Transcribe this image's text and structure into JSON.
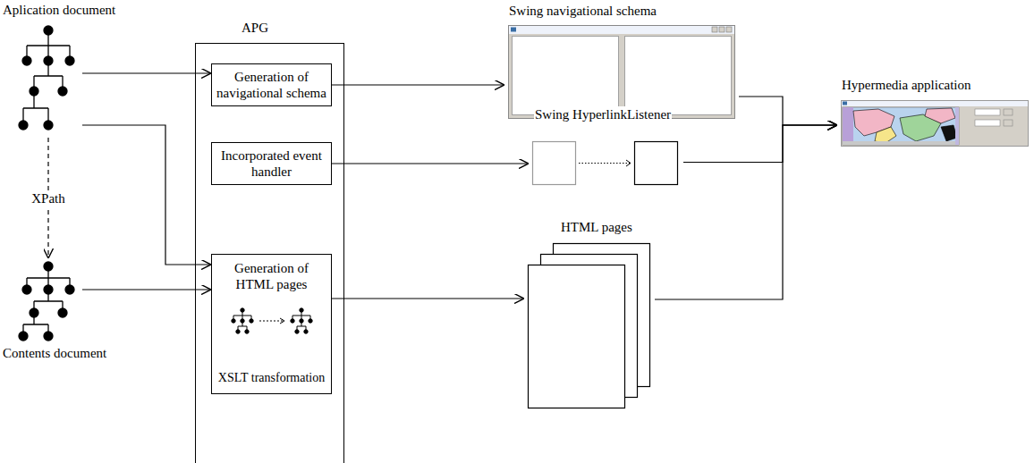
{
  "diagram": {
    "nodes": [
      {
        "text": [
          "Aplication document"
        ]
      },
      {
        "text": [
          "Contents document"
        ]
      },
      {
        "text": [
          "APG"
        ]
      },
      {
        "text": [
          "Generation of navigational schema"
        ],
        "in": 2
      },
      {
        "text": [
          "Incorporated event handler"
        ],
        "in": 2
      },
      {
        "text": [
          "Generation of HTML pages",
          "XSLT transformation"
        ],
        "in": 2
      },
      {
        "text": [
          "Swing navigational schema"
        ]
      },
      {
        "text": [
          "Swing HyperlinkListener"
        ]
      },
      {
        "text": [
          "HTML pages"
        ]
      },
      {
        "text": [
          "Hypermedia application"
        ]
      }
    ],
    "edges": [
      {
        "from": 0,
        "to": 1,
        "label": "XPath",
        "arrow": "to"
      },
      {
        "from": 0,
        "to": 3,
        "arrow": "to"
      },
      {
        "from": 0,
        "to": 5,
        "arrow": "to"
      },
      {
        "from": 1,
        "to": 5,
        "arrow": "to"
      },
      {
        "from": 3,
        "to": 6,
        "arrow": "to"
      },
      {
        "from": 4,
        "to": 7,
        "arrow": "to"
      },
      {
        "from": 5,
        "to": 8,
        "arrow": "to"
      },
      {
        "from": 6,
        "to": 9,
        "arrow": "to"
      },
      {
        "from": 7,
        "to": 9,
        "arrow": "to"
      },
      {
        "from": 8,
        "to": 9,
        "arrow": "to"
      }
    ]
  }
}
